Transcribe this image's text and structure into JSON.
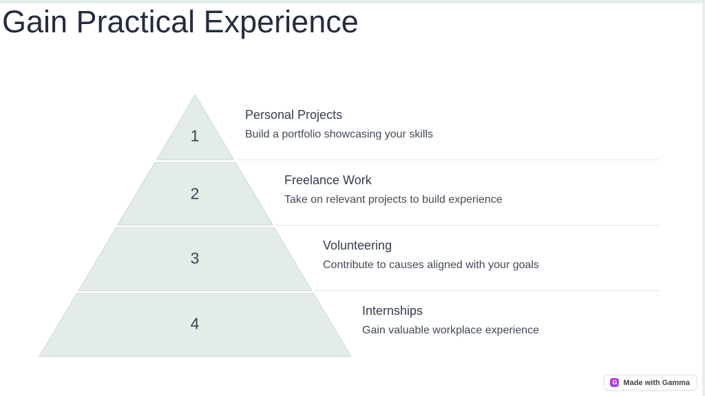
{
  "slide": {
    "title": "Gain Practical Experience"
  },
  "pyramid": {
    "levels": [
      {
        "number": "1",
        "heading": "Personal Projects",
        "description": "Build a portfolio showcasing your skills"
      },
      {
        "number": "2",
        "heading": "Freelance Work",
        "description": "Take on relevant projects to build experience"
      },
      {
        "number": "3",
        "heading": "Volunteering",
        "description": "Contribute to causes aligned with your goals"
      },
      {
        "number": "4",
        "heading": "Internships",
        "description": "Gain valuable workplace experience"
      }
    ]
  },
  "badge": {
    "label": "Made with Gamma",
    "logo_glyph": "G"
  },
  "colors": {
    "pyramid_fill": "#e4ece8",
    "pyramid_stroke": "#ccdad3",
    "frame_accent": "#e7efeb",
    "title_text": "#262c3f",
    "heading_text": "#333c4e",
    "description_text": "#414a57",
    "divider": "#e2e5e3",
    "badge_gradient_start": "#c026d3",
    "badge_gradient_end": "#8b5cf6"
  }
}
